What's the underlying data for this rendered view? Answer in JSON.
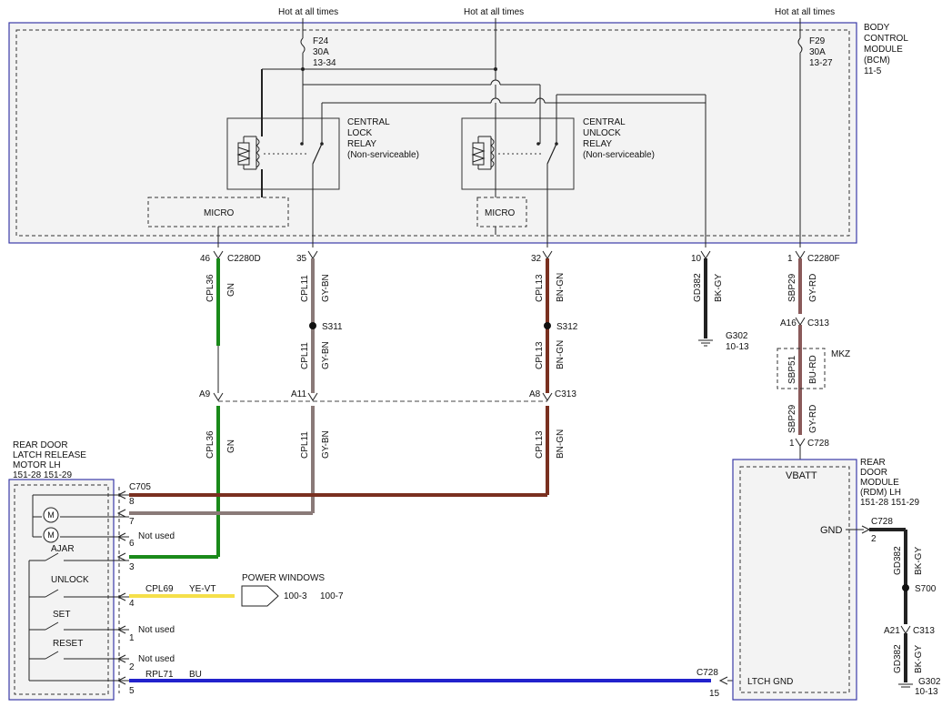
{
  "labels": {
    "hot1": "Hot at all times",
    "hot2": "Hot at all times",
    "hot3": "Hot at all times",
    "bcm1": "BODY",
    "bcm2": "CONTROL",
    "bcm3": "MODULE",
    "bcm4": "(BCM)",
    "bcm5": "11-5",
    "f24a": "F24",
    "f24b": "30A",
    "f24c": "13-34",
    "f29a": "F29",
    "f29b": "30A",
    "f29c": "13-27",
    "clr1": "CENTRAL",
    "clr2": "LOCK",
    "clr3": "RELAY",
    "clr4": "(Non-serviceable)",
    "cur1": "CENTRAL",
    "cur2": "UNLOCK",
    "cur3": "RELAY",
    "cur4": "(Non-serviceable)",
    "micro1": "MICRO",
    "micro2": "MICRO",
    "pin46": "46",
    "c2280d": "C2280D",
    "pin35": "35",
    "pin32": "32",
    "pin10": "10",
    "pin1f": "1",
    "c2280f": "C2280F",
    "cpl36a": "CPL36",
    "gna": "GN",
    "cpl11a": "CPL11",
    "gybna": "GY-BN",
    "cpl13a": "CPL13",
    "bngna": "BN-GN",
    "gd382a": "GD382",
    "bkgya": "BK-GY",
    "sbp29a": "SBP29",
    "gyrda": "GY-RD",
    "s311": "S311",
    "s312": "S312",
    "g302a": "G302",
    "g302a2": "10-13",
    "a16": "A16",
    "c313a": "C313",
    "cpl11b": "CPL11",
    "gybnb": "GY-BN",
    "cpl13b": "CPL13",
    "bngnb": "BN-GN",
    "sbp51": "SBP51",
    "burd": "BU-RD",
    "mkz": "MKZ",
    "a9": "A9",
    "a11": "A11",
    "a8": "A8",
    "c313b": "C313",
    "sbp29b": "SBP29",
    "gyrdb": "GY-RD",
    "pin1c728": "1",
    "c728a": "C728",
    "cpl36b": "CPL36",
    "gnb": "GN",
    "cpl11c": "CPL11",
    "gybnc": "GY-BN",
    "cpl13c": "CPL13",
    "bngnc": "BN-GN",
    "rdl1": "REAR DOOR",
    "rdl2": "LATCH RELEASE",
    "rdl3": "MOTOR LH",
    "rdl4": "151-28  151-29",
    "rdm1": "REAR",
    "rdm2": "DOOR",
    "rdm3": "MODULE",
    "rdm4": "(RDM) LH",
    "rdm5": "151-28  151-29",
    "vbatt": "VBATT",
    "gnd": "GND",
    "ltchgnd": "LTCH GND",
    "c705": "C705",
    "p8": "8",
    "p7": "7",
    "p6": "6",
    "notused1": "Not used",
    "p3": "3",
    "ajar": "AJAR",
    "unlock": "UNLOCK",
    "p4": "4",
    "cpl69": "CPL69",
    "yevt": "YE-VT",
    "pw": "POWER WINDOWS",
    "pw1": "100-3",
    "pw2": "100-7",
    "set": "SET",
    "p1": "1",
    "notused2": "Not used",
    "reset": "RESET",
    "p2": "2",
    "notused3": "Not used",
    "rpl71": "RPL71",
    "bu": "BU",
    "p5": "5",
    "c728b": "C728",
    "p15": "15",
    "c728c": "C728",
    "p2r": "2",
    "gd382b": "GD382",
    "bkgyb": "BK-GY",
    "s700": "S700",
    "a21": "A21",
    "c313c": "C313",
    "gd382c": "GD382",
    "bkgyc": "BK-GY",
    "g302b": "G302",
    "g302b2": "10-13"
  },
  "motor_symbol": "M",
  "colors": {
    "green": "#1a8a1a",
    "gray_brown": "#8a7a78",
    "brown_green": "#7a3020",
    "black_gray": "#222222",
    "gray_red": "#8a5a5a",
    "yellow": "#f5e04a",
    "blue": "#2222cc",
    "module_border": "#3a3aa8"
  }
}
